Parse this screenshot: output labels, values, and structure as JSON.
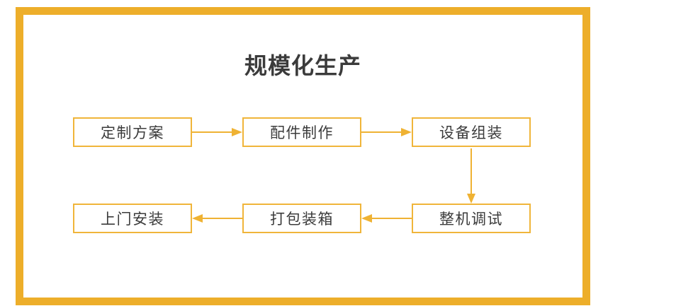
{
  "diagram": {
    "title": "规模化生产",
    "frame_color": "#EDAE2A",
    "box_border_color": "#F0B53A",
    "arrow_color": "#EFB233",
    "text_color": "#3b3b3b",
    "background": "#ffffff",
    "nodes": [
      {
        "id": "node-1",
        "label": "定制方案",
        "row": "top",
        "col": 1
      },
      {
        "id": "node-2",
        "label": "配件制作",
        "row": "top",
        "col": 2
      },
      {
        "id": "node-3",
        "label": "设备组装",
        "row": "top",
        "col": 3
      },
      {
        "id": "node-4",
        "label": "整机调试",
        "row": "bottom",
        "col": 3
      },
      {
        "id": "node-5",
        "label": "打包装箱",
        "row": "bottom",
        "col": 2
      },
      {
        "id": "node-6",
        "label": "上门安装",
        "row": "bottom",
        "col": 1
      }
    ],
    "connectors": [
      {
        "id": "arrow-1",
        "from": "定制方案",
        "to": "配件制作",
        "direction": "right"
      },
      {
        "id": "arrow-2",
        "from": "配件制作",
        "to": "设备组装",
        "direction": "right"
      },
      {
        "id": "arrow-v1",
        "from": "设备组装",
        "to": "整机调试",
        "direction": "down"
      },
      {
        "id": "arrow-3",
        "from": "整机调试",
        "to": "打包装箱",
        "direction": "left"
      },
      {
        "id": "arrow-4",
        "from": "打包装箱",
        "to": "上门安装",
        "direction": "left"
      }
    ]
  }
}
